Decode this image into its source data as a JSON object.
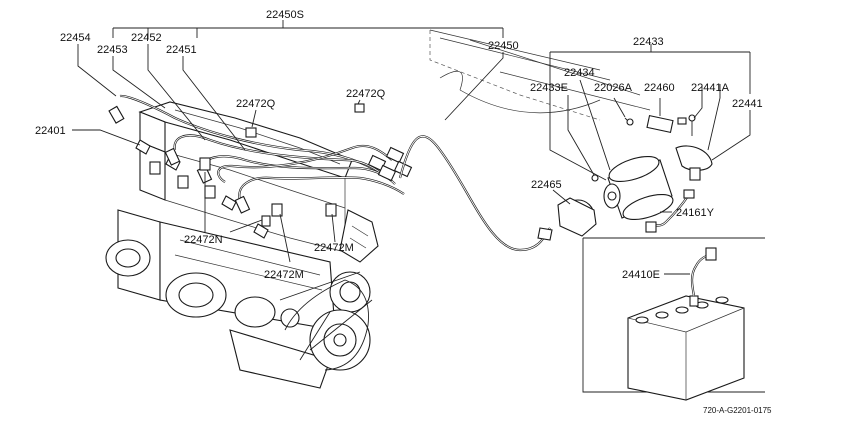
{
  "labels": {
    "p22450S": "22450S",
    "p22454": "22454",
    "p22453": "22453",
    "p22452": "22452",
    "p22451": "22451",
    "p22450": "22450",
    "p22433": "22433",
    "p22434": "22434",
    "p22433E": "22433E",
    "p22026A": "22026A",
    "p22460": "22460",
    "p22441A": "22441A",
    "p22441": "22441",
    "p22472Q_a": "22472Q",
    "p22472Q_b": "22472Q",
    "p22401": "22401",
    "p22465": "22465",
    "p24161Y": "24161Y",
    "p22472N": "22472N",
    "p22472M_a": "22472M",
    "p22472M_b": "22472M",
    "p24410E": "24410E"
  },
  "footer": {
    "diagram_code": "720-A-G2201-0175"
  }
}
